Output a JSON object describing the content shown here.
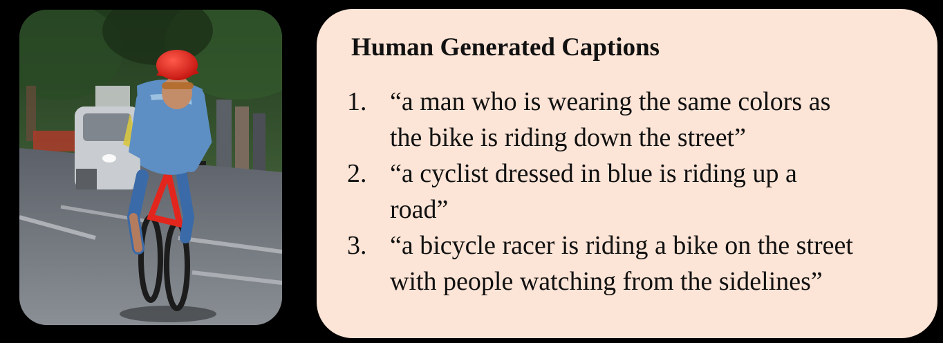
{
  "title": "Human Generated Captions",
  "colors": {
    "background": "#000000",
    "card": "#fce4d6",
    "text": "#111111"
  },
  "photo": {
    "subject": "cyclist-riding-red-bike-on-street"
  },
  "captions": [
    {
      "number": "1.",
      "lines": [
        "“a man who is wearing the same colors as",
        "the bike is riding down the street”"
      ]
    },
    {
      "number": "2.",
      "lines": [
        "“a cyclist dressed in blue is riding up a",
        "road”"
      ]
    },
    {
      "number": "3.",
      "lines": [
        "“a bicycle racer is riding a bike on the street",
        "with people watching from the sidelines”"
      ]
    }
  ]
}
